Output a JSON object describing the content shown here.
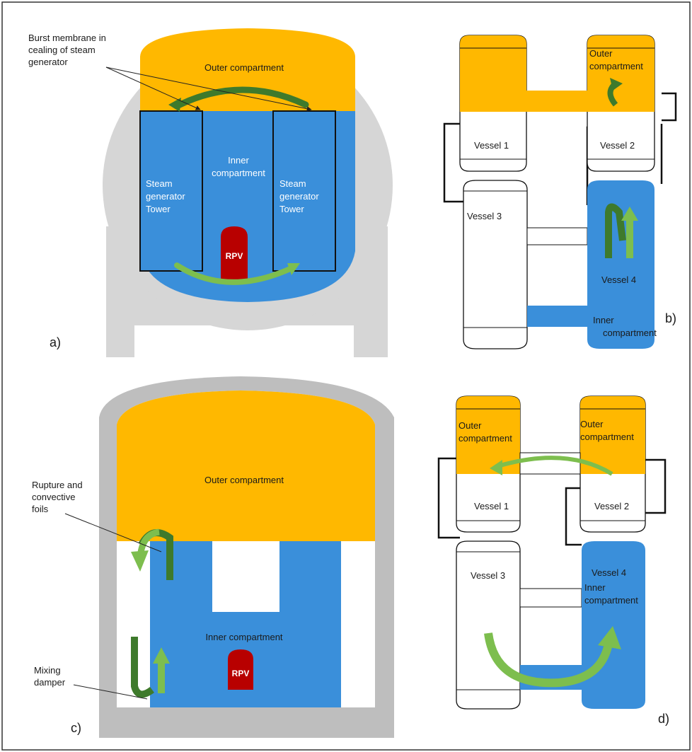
{
  "panels": {
    "a": {
      "letter": "a)",
      "outer": "Outer compartment",
      "inner": [
        "Inner",
        "compartment"
      ],
      "sg_left": [
        "Steam",
        "generator",
        "Tower"
      ],
      "sg_right": [
        "Steam",
        "generator",
        "Tower"
      ],
      "rpv": "RPV",
      "burst": [
        "Burst membrane in",
        "cealing of steam",
        "generator"
      ]
    },
    "b": {
      "letter": "b)",
      "outer": [
        "Outer",
        "compartment"
      ],
      "v1": "Vessel  1",
      "v2": "Vessel  2",
      "v3": "Vessel  3",
      "v4": "Vessel  4",
      "inner": [
        "Inner",
        "compartment"
      ]
    },
    "c": {
      "letter": "c)",
      "outer": "Outer compartment",
      "inner": "Inner compartment",
      "rpv": "RPV",
      "rupture": [
        "Rupture and",
        "convective",
        "foils"
      ],
      "damper": [
        "Mixing",
        "damper"
      ]
    },
    "d": {
      "letter": "d)",
      "outer_left": [
        "Outer",
        "compartment"
      ],
      "outer_right": [
        "Outer",
        "compartment"
      ],
      "v1": "Vessel  1",
      "v2": "Vessel  2",
      "v3": "Vessel  3",
      "v4": "Vessel  4",
      "inner": [
        "Inner",
        "compartment"
      ]
    }
  },
  "colors": {
    "outer": "#FFB800",
    "inner": "#3A8FDA",
    "rpv": "#B80000",
    "concrete": "#D6D6D6",
    "concrete_dark": "#BEBEBE",
    "arrow_dark": "#3E7A2C",
    "arrow_light": "#7DBE4E"
  }
}
